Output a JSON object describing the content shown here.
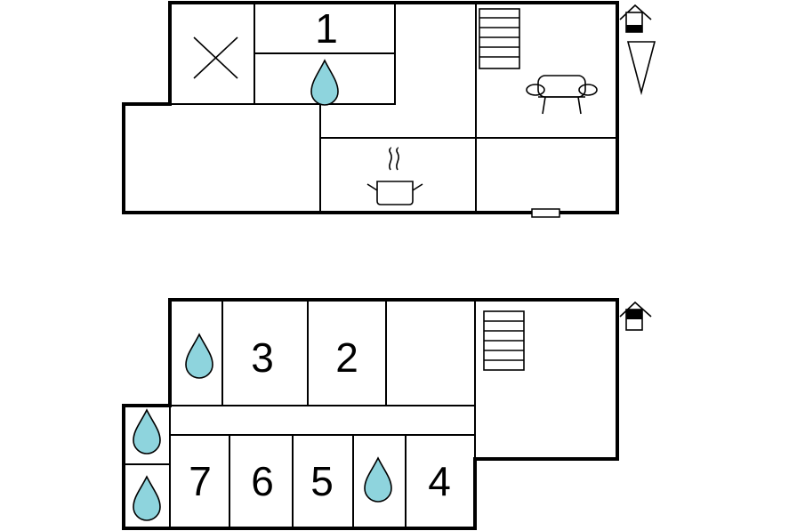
{
  "colors": {
    "wall": "#000000",
    "water": "#8ed4dd",
    "background": "#ffffff",
    "door_marker": "#000000"
  },
  "floors": [
    {
      "level": "upper",
      "icons": [
        "entrance-house-icon",
        "north-arrow-icon",
        "stairs-icon",
        "x-mark-icon",
        "water-drop-icon",
        "kitchen-pot-icon",
        "sofa-icon",
        "window-marker-icon"
      ],
      "rooms": [
        {
          "id": "room-1",
          "label": "1"
        }
      ]
    },
    {
      "level": "lower",
      "icons": [
        "entrance-house-icon",
        "stairs-icon",
        "water-drop-icon"
      ],
      "rooms": [
        {
          "id": "room-3",
          "label": "3"
        },
        {
          "id": "room-2",
          "label": "2"
        },
        {
          "id": "room-7",
          "label": "7"
        },
        {
          "id": "room-6",
          "label": "6"
        },
        {
          "id": "room-5",
          "label": "5"
        },
        {
          "id": "room-4",
          "label": "4"
        }
      ]
    }
  ]
}
